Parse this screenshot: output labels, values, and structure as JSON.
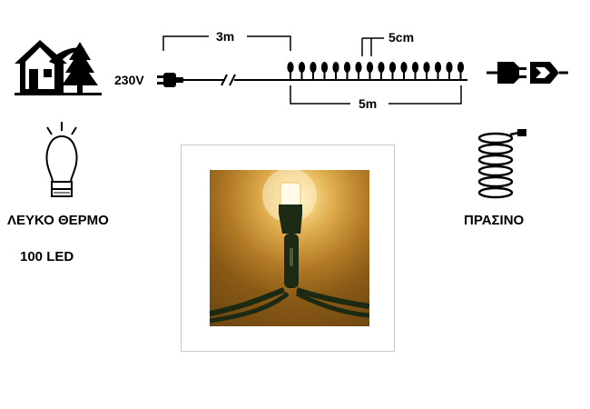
{
  "diagram": {
    "voltage_label": "230V",
    "lead_length_label": "3m",
    "spacing_label": "5cm",
    "string_length_label": "5m"
  },
  "product": {
    "color_label": "ΛΕΥΚΟ ΘΕΡΜΟ",
    "led_count_label": "100 LED",
    "cable_label": "ΠΡΑΣΙΝΟ"
  },
  "colors": {
    "icon": "#000000",
    "photo_glow": "#f6d27c",
    "cable": "#1c2a14",
    "frame_border": "#c8c8c8"
  },
  "icons": {
    "outdoor": "house-tree-icon",
    "plug": "plug-icon",
    "connector": "connector-icon",
    "bulb": "led-bulb-icon",
    "coil": "cable-coil-icon"
  }
}
